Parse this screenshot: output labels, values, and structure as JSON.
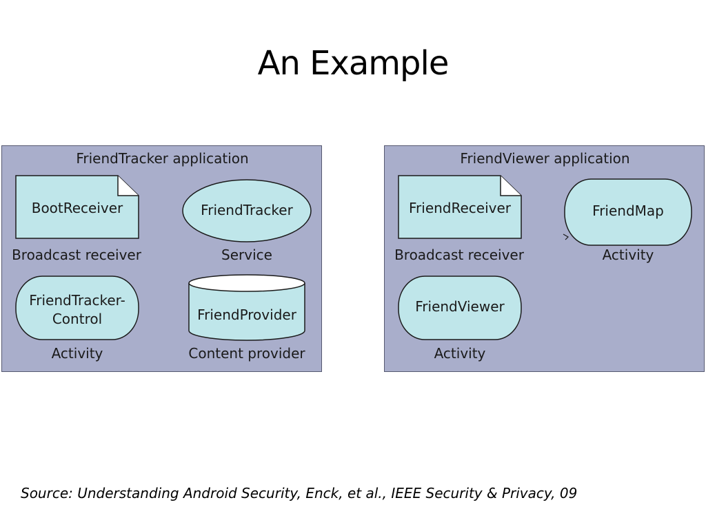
{
  "slide": {
    "title": "An Example",
    "source": "Source: Understanding Android Security, Enck, et al., IEEE Security & Privacy, 09"
  },
  "diagram": {
    "colors": {
      "panel_fill": "#a9aecb",
      "component_fill": "#bfe6ea",
      "outline": "#1a1a1a"
    },
    "applications": [
      {
        "title": "FriendTracker application",
        "components": [
          {
            "name": "BootReceiver",
            "type": "Broadcast receiver",
            "shape": "document"
          },
          {
            "name": "FriendTracker",
            "type": "Service",
            "shape": "ellipse"
          },
          {
            "name": "FriendTracker-",
            "name_line2": "Control",
            "type": "Activity",
            "shape": "stadium"
          },
          {
            "name": "FriendProvider",
            "type": "Content provider",
            "shape": "cylinder"
          }
        ]
      },
      {
        "title": "FriendViewer application",
        "components": [
          {
            "name": "FriendReceiver",
            "type": "Broadcast receiver",
            "shape": "document"
          },
          {
            "name": "FriendMap",
            "type": "Activity",
            "shape": "stadium"
          },
          {
            "name": "FriendViewer",
            "type": "Activity",
            "shape": "stadium"
          }
        ]
      }
    ]
  }
}
